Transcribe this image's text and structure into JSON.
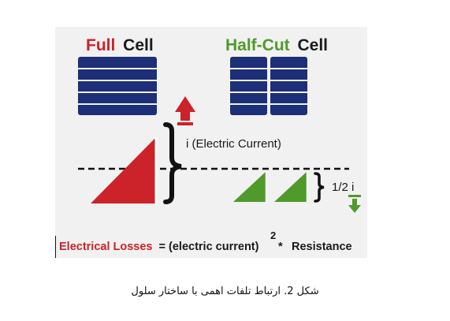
{
  "titles": {
    "full_word1": "Full",
    "full_word2": "Cell",
    "half_word1": "Half-Cut",
    "half_word2": "Cell"
  },
  "labels": {
    "current": "i (Electric Current)",
    "half_current": "1/2 i"
  },
  "formula": {
    "losses": "Electrical Losses",
    "equals": "= (electric current)",
    "exponent": "2",
    "times": "*",
    "resistance": "Resistance"
  },
  "caption": "شکل 2. ارتباط تلفات اهمی با ساختار سلول",
  "colors": {
    "red": "#cc2229",
    "green": "#4f9a2a",
    "navy": "#1d2f78",
    "dark": "#1a1a1a",
    "background": "#f1f1f1"
  },
  "icons": {
    "up": "up-arrow-icon",
    "down": "down-arrow-icon",
    "brace": "curly-brace-icon"
  }
}
